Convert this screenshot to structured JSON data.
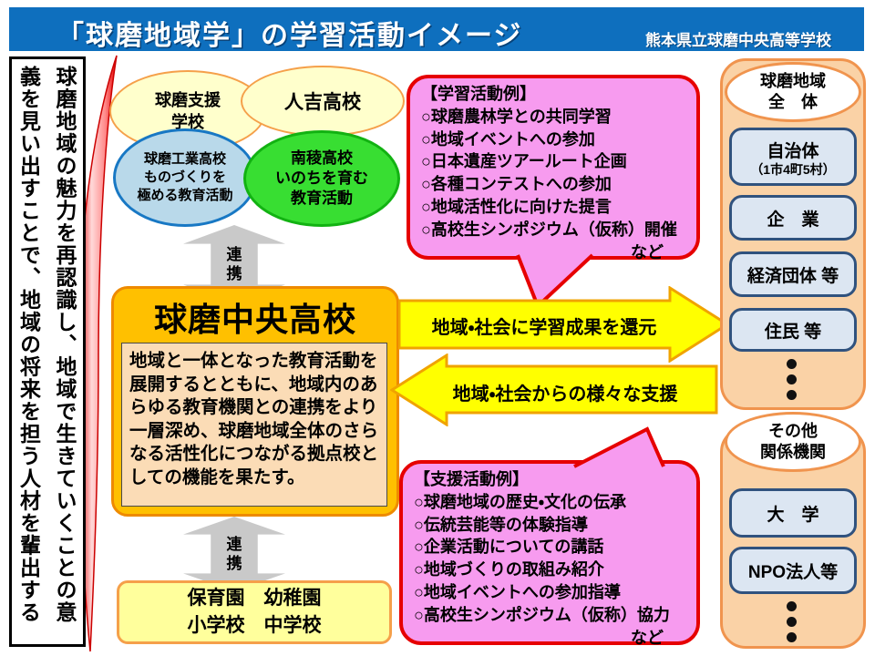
{
  "colors_note": "see CSS vars",
  "header": {
    "title": "「球磨地域学」の学習活動イメージ",
    "school": "熊本県立球磨中央高等学校"
  },
  "sidebar": {
    "col1": "球磨地域の魅力を再認識し、地域で生きていくことの意",
    "col2": "義を見い出すことで、地域の将来を担う人材を輩出する"
  },
  "schools": {
    "support": "球磨支援\n学校",
    "hitoyoshi": "人吉高校",
    "kogyo": "球磨工業高校\nものづくりを\n極める教育活動",
    "nanryo": "南稜高校\nいのちを育む\n教育活動"
  },
  "link_label": "連\n携",
  "central": {
    "title": "球磨中央高校",
    "description": "地域と一体となった教育活動を展開するとともに、地域内のあらゆる教育機関との連携をより一層深め、球磨地域全体のさらなる活性化につながる拠点校としての機能を果たす。"
  },
  "feeder": "保育園　幼稚園\n小学校　中学校",
  "flow": {
    "to_region": "地域・社会に学習成果を還元",
    "from_region": "地域・社会からの様々な支援"
  },
  "learning": {
    "title": "【学習活動例】",
    "items": [
      "○球磨農林学との共同学習",
      "○地域イベントへの参加",
      "○日本遺産ツアールート企画",
      "○各種コンテストへの参加",
      "○地域活性化に向けた提言",
      "○高校生シンポジウム（仮称）開催"
    ],
    "more": "など"
  },
  "support_activities": {
    "title": "【支援活動例】",
    "items": [
      "○球磨地域の歴史・文化の伝承",
      "○伝統芸能等の体験指導",
      "○企業活動についての講話",
      "○地域づくりの取組み紹介",
      "○地域イベントへの参加指導",
      "○高校生シンポジウム（仮称）協力"
    ],
    "more": "など"
  },
  "region": {
    "title": "球磨地域\n全　体",
    "members": [
      {
        "label": "自治体",
        "sub": "（1市4町5村）"
      },
      {
        "label": "企　業"
      },
      {
        "label": "経済団体 等"
      },
      {
        "label": "住民 等"
      }
    ]
  },
  "others": {
    "title": "その他\n関係機関",
    "members": [
      {
        "label": "大　学"
      },
      {
        "label": "NPO法人等"
      }
    ]
  }
}
